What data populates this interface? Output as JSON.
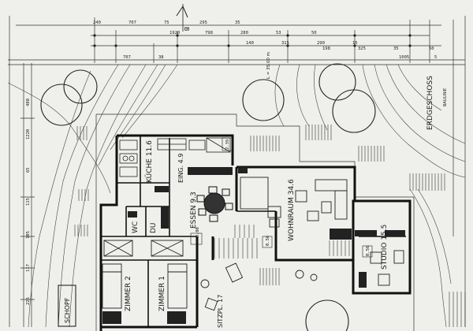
{
  "plan": {
    "north_marker": "B",
    "floor_label": "ERDGESCHOSS",
    "annex_label": "SCHOPF",
    "corner_note": "BAULINIE",
    "dimension_note": "L = 35.00 m",
    "top_dimensions": [
      "240",
      "1920",
      "140",
      "198",
      "1005",
      "707",
      "798",
      "315",
      "325",
      "5",
      "75",
      "280",
      "290",
      "35",
      "707",
      "295",
      "53",
      "15",
      "50",
      "38",
      "35",
      "50"
    ],
    "left_dimensions": [
      "480",
      "1220",
      "65",
      "115",
      "105",
      "117",
      "225"
    ],
    "rooms": {
      "kueche": "KÜCHE 11.6",
      "eingang": "EING. 4.9",
      "essen": "ESSEN 9.3",
      "wohnraum": "WOHNRAUM 34.6",
      "studio": "STUDIO 15.5",
      "wc": "WC",
      "du": "DU",
      "zimmer2": "ZIMMER 2",
      "zimmer1": "ZIMMER 1",
      "sitzplatz": "SITZPL. 17"
    },
    "small_tags": [
      "+ 0.00",
      "0.56",
      "0.56",
      "2.39"
    ]
  }
}
